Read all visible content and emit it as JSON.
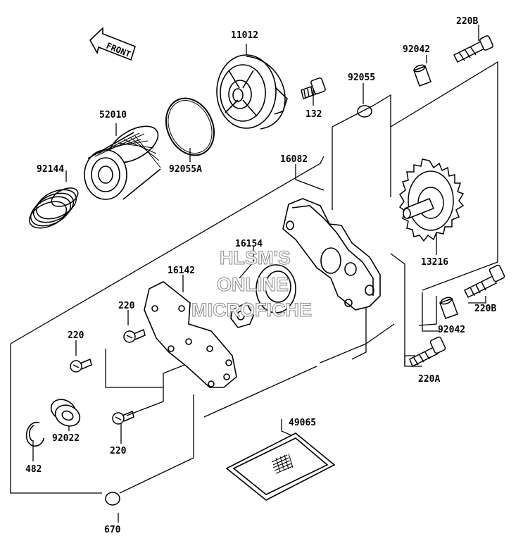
{
  "front_label": "FRONT",
  "watermark": [
    "HLSM'S",
    "ONLINE",
    "MICROFICHE"
  ],
  "parts": {
    "p11012": "11012",
    "p220B_top": "220B",
    "p92042_top": "92042",
    "p92055": "92055",
    "p132": "132",
    "p52010": "52010",
    "p92144": "92144",
    "p92055A": "92055A",
    "p16082": "16082",
    "p13216": "13216",
    "p16154": "16154",
    "p16142": "16142",
    "p220_a": "220",
    "p220_b": "220",
    "p220_c": "220",
    "p220B_bot": "220B",
    "p92042_bot": "92042",
    "p220A": "220A",
    "p49065": "49065",
    "p482": "482",
    "p92022": "92022",
    "p670": "670"
  },
  "colors": {
    "line": "#000000",
    "watermark_outline": "#888888"
  }
}
